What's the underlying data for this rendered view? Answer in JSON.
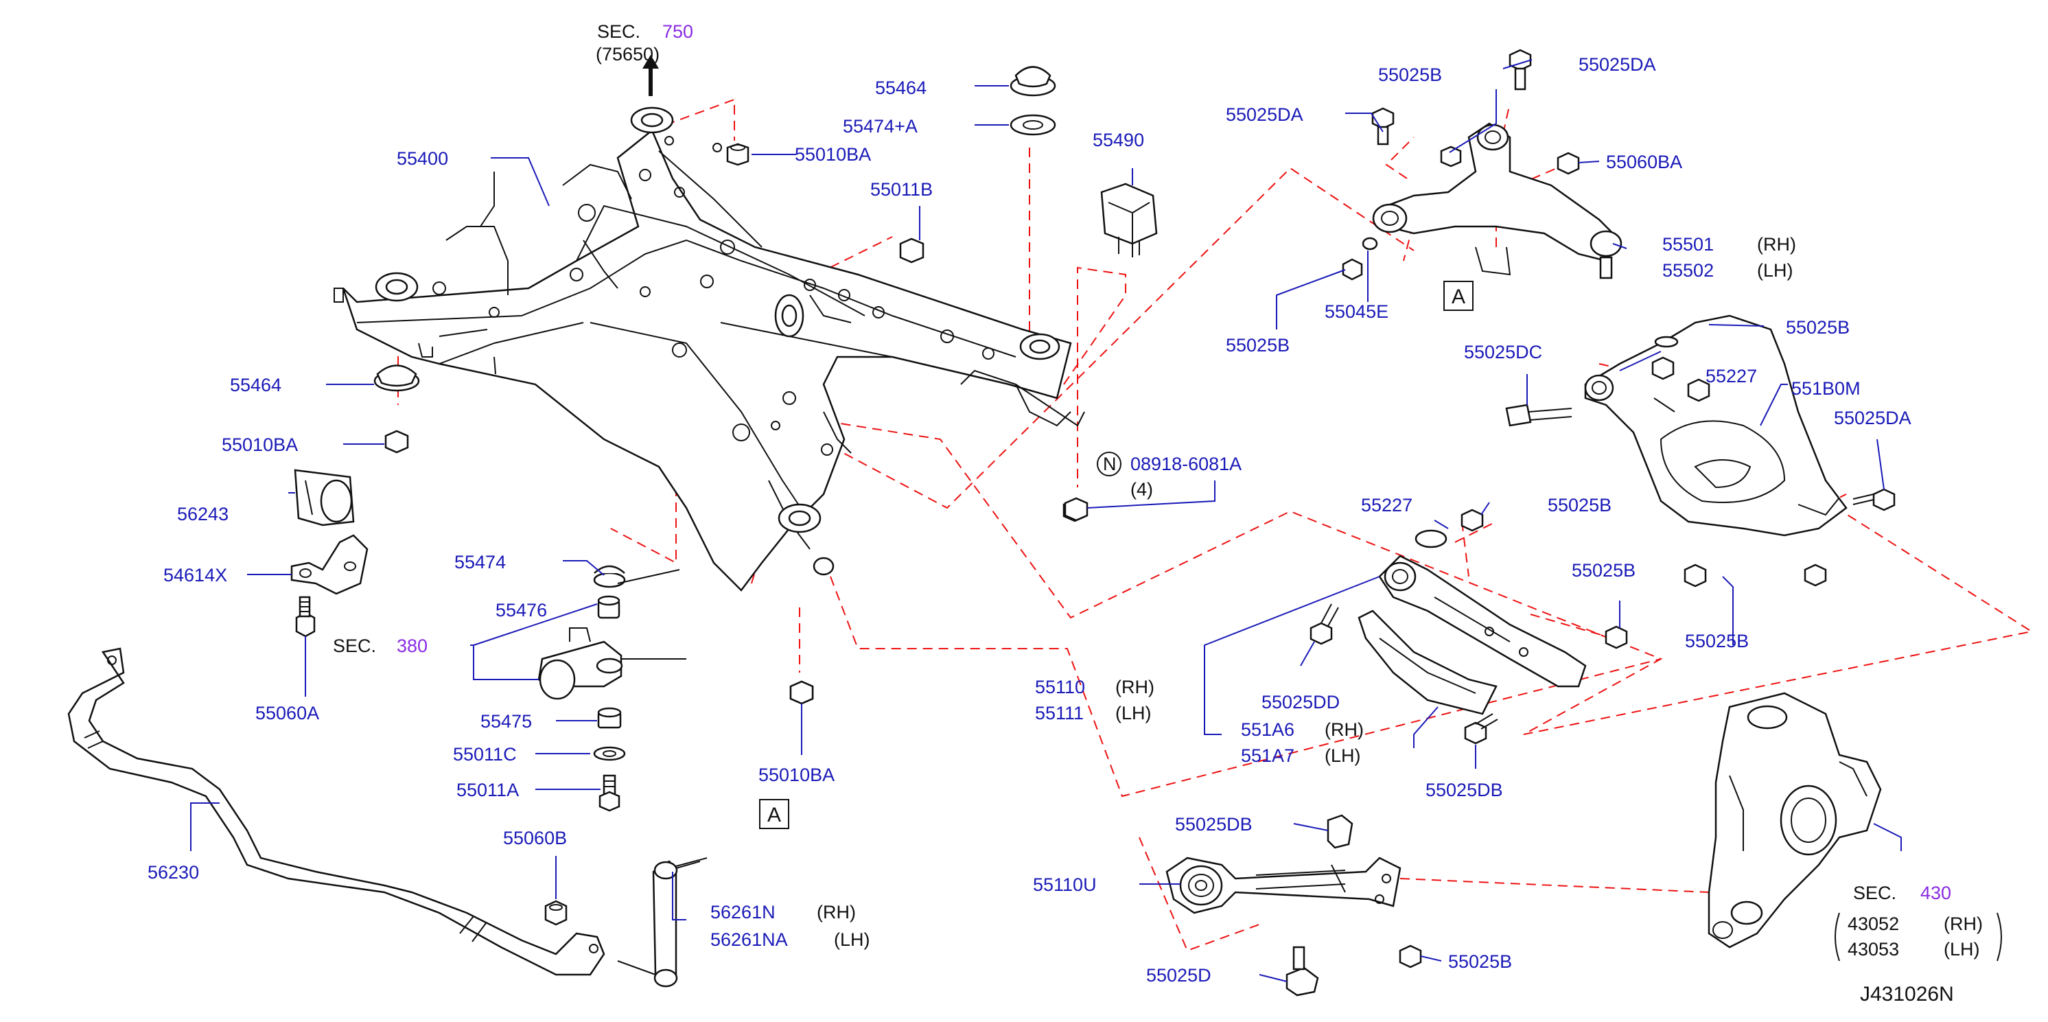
{
  "diagram": {
    "code": "J431026N",
    "sec_750": {
      "prefix": "SEC.",
      "num": "750",
      "sub": "(75650)"
    },
    "sec_380": {
      "prefix": "SEC.",
      "num": "380"
    },
    "sec_430": {
      "prefix": "SEC.",
      "num": "430",
      "rh": "43052",
      "lh": "43053"
    },
    "rh": "(RH)",
    "lh": "(LH)",
    "note_symbol": "N",
    "callout_a": "A",
    "parts": {
      "p55400": "55400",
      "p55464_top": "55464",
      "p55474a": "55474+A",
      "p55490": "55490",
      "p55010ba_top": "55010BA",
      "p55011b": "55011B",
      "p55464_left": "55464",
      "p55010ba_left": "55010BA",
      "p56243": "56243",
      "p54614x": "54614X",
      "p55060a": "55060A",
      "p55474": "55474",
      "p55476": "55476",
      "p55475": "55475",
      "p55011c": "55011C",
      "p55011a": "55011A",
      "p55010ba_bottom": "55010BA",
      "p56230": "56230",
      "p55060b": "55060B",
      "p56261n": "56261N",
      "p56261na": "56261NA",
      "p55025b_1": "55025B",
      "p55025da_1": "55025DA",
      "p55025da_2": "55025DA",
      "p55060ba": "55060BA",
      "p55501": "55501",
      "p55502": "55502",
      "p55025b_2": "55025B",
      "p55045e": "55045E",
      "p55025b_3": "55025B",
      "p55025dc": "55025DC",
      "p55227_1": "55227",
      "p551b0m": "551B0M",
      "p55025da_3": "55025DA",
      "p08918": "08918-6081A",
      "p08918_qty": "(4)",
      "p55227_2": "55227",
      "p55025b_4": "55025B",
      "p55025b_5": "55025B",
      "p55025b_6": "55025B",
      "p55110": "55110",
      "p55111": "55111",
      "p55025dd": "55025DD",
      "p551a6": "551A6",
      "p551a7": "551A7",
      "p55025db_1": "55025DB",
      "p55025db_2": "55025DB",
      "p55110u": "55110U",
      "p55025d": "55025D",
      "p55025b_7": "55025B"
    }
  }
}
